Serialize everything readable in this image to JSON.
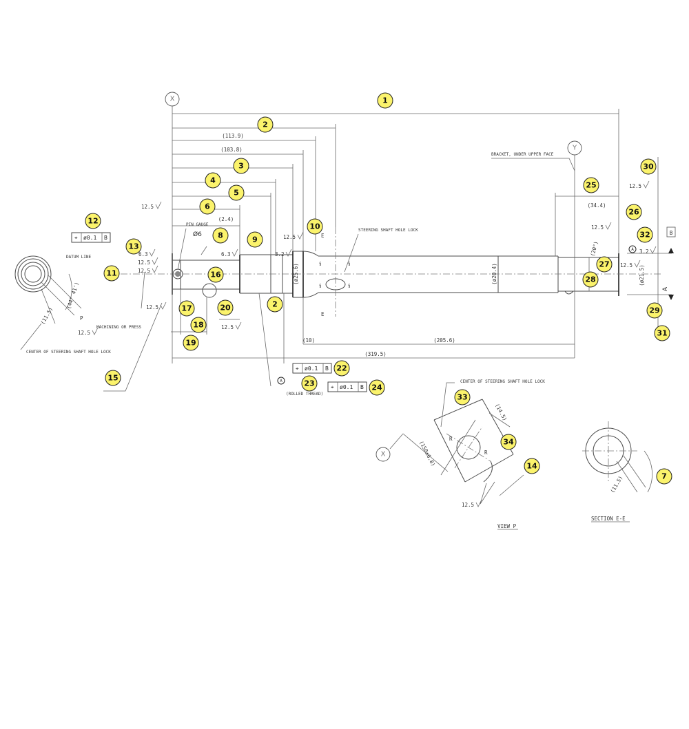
{
  "datums": {
    "x": "X",
    "y": "Y",
    "b": "B",
    "a": "A"
  },
  "dims": {
    "d113_9": "(113.9)",
    "d103_8": "(103.8)",
    "d2_4": "(2.4)",
    "d34_4": "(34.4)",
    "d10": "(10)",
    "d205_6": "(205.6)",
    "d319_5": "(319.5)",
    "dia25_6": "(ø25.6)",
    "dia20_4": "(ø20.4)",
    "dia21_5": "(ø21.5)",
    "d20deg": "(20°)",
    "d11_5a": "(11.5)",
    "d11_5b": "(11.5)",
    "d44deg": "(44° 41')",
    "d14_5": "(14.5)",
    "d150": "(150±6.8)",
    "pin_dia": "Ø6"
  },
  "roughness": {
    "r12_5": "12.5",
    "r6_3": "6.3",
    "r3_2": "3.2"
  },
  "labels": {
    "pin_gauge": "PIN GAUGE",
    "datum_line": "DATUM LINE",
    "steering_hole_lock": "STEERING SHAFT HOLE LOCK",
    "bracket": "BRACKET, UNDER UPPER FACE",
    "center_lock_left": "CENTER OF STEERING SHAFT HOLE LOCK",
    "center_lock_view": "CENTER OF STEERING SHAFT HOLE LOCK",
    "machining": "MACHINING OR PRESS",
    "rolled_thread": "(ROLLED THREAD)",
    "view_p": "VIEW P",
    "section_ee": "SECTION E-E",
    "p": "P",
    "e": "E",
    "r": "R"
  },
  "fcf": {
    "sym": "⌖",
    "tol": "ø0.1",
    "datum": "B"
  },
  "bubbles": [
    "1",
    "2",
    "2",
    "3",
    "4",
    "5",
    "6",
    "7",
    "8",
    "9",
    "10",
    "11",
    "12",
    "13",
    "14",
    "15",
    "16",
    "17",
    "18",
    "19",
    "20",
    "22",
    "23",
    "24",
    "25",
    "26",
    "27",
    "28",
    "29",
    "30",
    "31",
    "32",
    "33",
    "34"
  ],
  "colors": {
    "bubble_fill": "#fbf36c",
    "line": "#4a4a4a"
  }
}
